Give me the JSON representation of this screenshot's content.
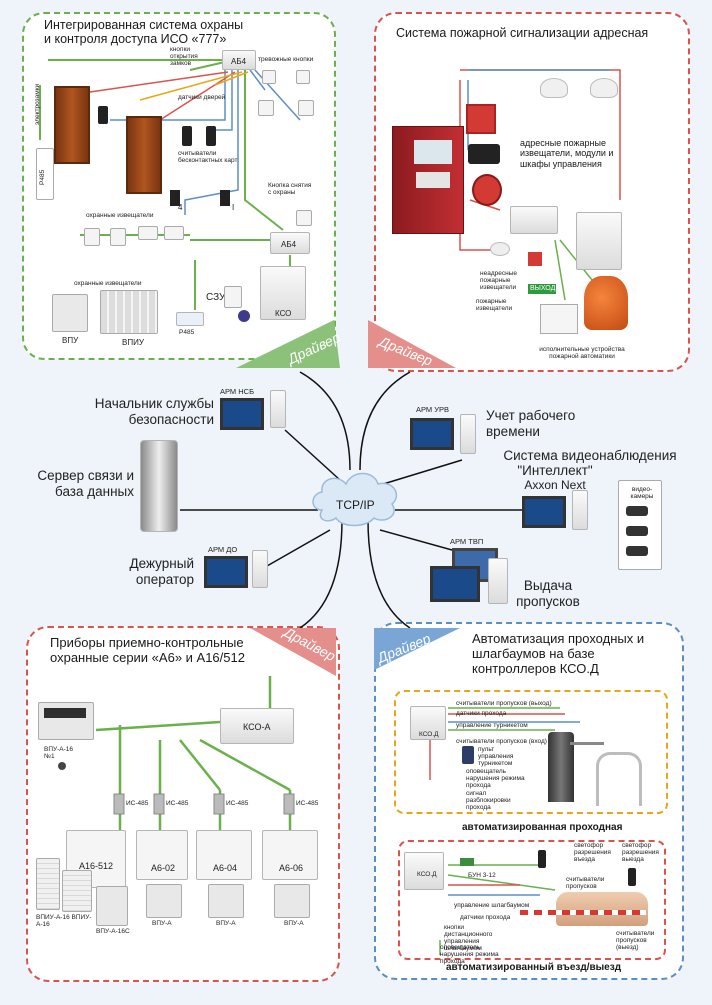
{
  "colors": {
    "security_border": "#6ab04c",
    "fire_border": "#d9534f",
    "devices_border": "#d9534f",
    "access_border": "#5b8ec9",
    "line_green": "#6ab04c",
    "line_blue": "#5b8ec9",
    "line_red": "#d9534f",
    "fire_panel": "#b8262b"
  },
  "security": {
    "title": "Интегрированная система охраны и контроля доступа ИСО «777»",
    "keys_label": "кнопки открытия замков",
    "ab4_top": "АБ4",
    "alarm_buttons": "тревожные кнопки",
    "electric_locks": "электрозамки",
    "door_sensors": "датчики дверей",
    "card_readers": "считыватели бесконтактных карт",
    "p485_left": "Р485",
    "disarm_button": "Кнопка снятия с охраны",
    "guard_sensors_top": "охранные извещатели",
    "ab4_bottom": "АБ4",
    "guard_sensors_bottom": "охранные извещатели",
    "vpu": "ВПУ",
    "vpiu": "ВПИУ",
    "szu": "СЗУ",
    "kso": "КСО",
    "p485_bottom": "Р485",
    "num4": "4",
    "num1": "I"
  },
  "fire": {
    "title": "Система пожарной сигнализации адресная",
    "address_detectors": "адресные пожарные извещатели, модули и шкафы управления",
    "non_address": "неадресные пожарные извещатели",
    "fire_detectors": "пожарные извещатели",
    "exit": "ВЫХОД",
    "actuators": "исполнительные устройства пожарной автоматики"
  },
  "drivers": {
    "top_left": "Драйвер",
    "top_right": "Драйвер",
    "bottom_left": "Драйвер",
    "bottom_right": "Драйвер"
  },
  "center": {
    "cloud": "TCP/IP",
    "chief_label": "АРМ НСБ",
    "chief": "Начальник службы безопасности",
    "server": "Сервер связи и база данных",
    "duty_label": "АРМ ДО",
    "duty": "Дежурный оператор",
    "urv_label": "АРМ УРВ",
    "urv": "Учет рабочего времени",
    "video_title": "Система видеонаблюдения",
    "video_product": "\"Интеллект\"",
    "video_axxon": "Axxon Next",
    "cameras": "видео-камеры",
    "tvp_label": "АРМ ТВП",
    "passes": "Выдача пропусков"
  },
  "devices": {
    "title": "Приборы приемно-контрольные охранные серии «А6» и А16/512",
    "vpu_a16": "ВПУ-А-16 №1",
    "kso_a": "КСО-А",
    "is485": [
      "ИС-485",
      "ИС-485",
      "ИС-485",
      "ИС-485"
    ],
    "a16": "А16-512",
    "a602": "А6-02",
    "a604": "А6-04",
    "a606": "А6-06",
    "vpu_a16_n": "ВПИУ-А-16 ВПИУ-А-16",
    "vpu_a16c": "ВПУ-А-16С",
    "vpu_a": [
      "ВПУ-А",
      "ВПУ-А",
      "ВПУ-А"
    ]
  },
  "access": {
    "title": "Автоматизация проходных и шлагбаумов на базе контроллеров КСО.Д",
    "kso_d_top": "КСО.Д",
    "readers_exit": "считыватели пропусков (выход)",
    "pass_sensor": "датчики прохода",
    "turnstile_ctrl": "управление турникетом",
    "readers_enter": "считыватели пропусков (вход)",
    "remote": "пульт управления турникетом",
    "signal_mode": "оповещатель нарушения режима прохода",
    "unlock_signal": "сигнал разблокировки прохода",
    "checkpoint": "автоматизированная проходная",
    "kso_d_bottom": "КСО.Д",
    "buh": "БУН 3-12",
    "traffic_enter": "светофор разрешения въезда",
    "traffic_exit": "светофор разрешения выезда",
    "readers_gate": "считыватели пропусков",
    "barrier_ctrl": "управление шлагбаумом",
    "gate_sensor": "датчики прохода",
    "remote_barrier": "кнопки дистанционного управления шлагбаумом",
    "signal_gate": "оповещатель нарушения режима прохода",
    "readers_right": "считыватели пропусков (выезд)",
    "vehicle_gate": "автоматизированный въезд/выезд"
  }
}
